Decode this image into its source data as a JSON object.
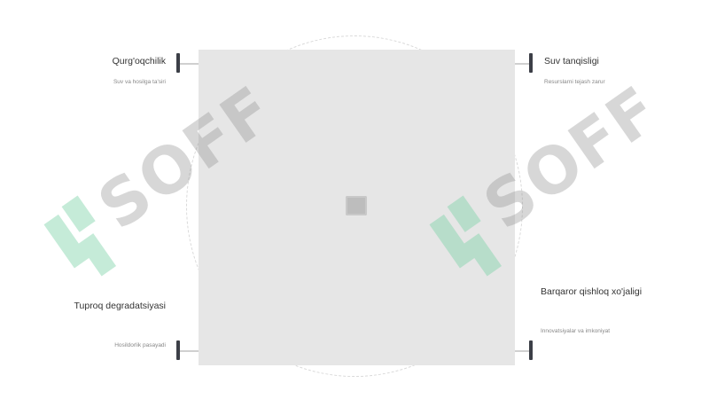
{
  "watermark": {
    "text": "SOFF",
    "logo_color": "#7fd3a8",
    "text_color": "#8c8c8c"
  },
  "items": {
    "top_left": {
      "title": "Qurg'oqchilik",
      "subtitle": "Suv va hosilga ta'siri"
    },
    "top_right": {
      "title": "Suv tanqisligi",
      "subtitle": "Resurslarni tejash zarur"
    },
    "bottom_left": {
      "title": "Tuproq degradatsiyasi",
      "subtitle": "Hosildorlik pasayadi"
    },
    "bottom_right": {
      "title": "Barqaror qishloq xo'jaligi",
      "subtitle": "Innovatsiyalar va imkoniyat"
    }
  },
  "colors": {
    "marker": "#3c3f47",
    "image_placeholder": "#e6e6e6",
    "ring": "#d9d9d9"
  }
}
